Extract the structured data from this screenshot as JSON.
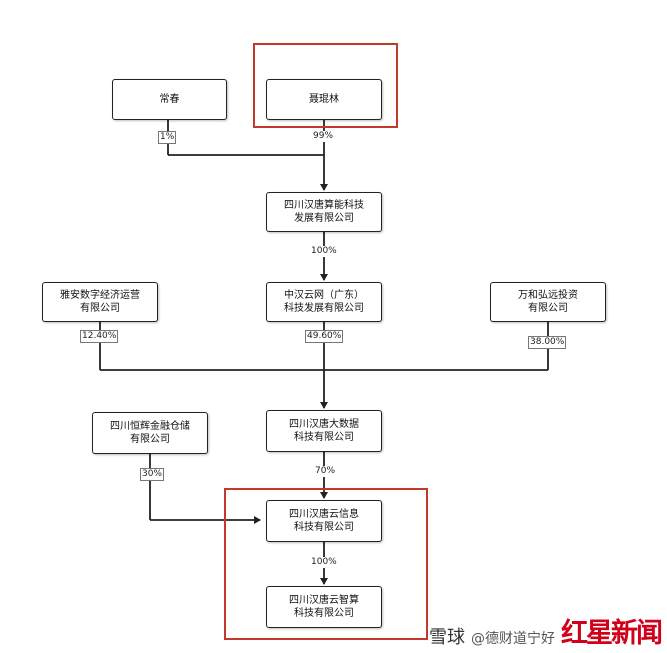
{
  "nodes": {
    "changchun": [
      "常春"
    ],
    "nie": [
      "聂琨林"
    ],
    "hantang_suanneng": [
      "四川汉唐算能科技",
      "发展有限公司"
    ],
    "yaan": [
      "雅安数字经济运营",
      "有限公司"
    ],
    "zhonghanyun": [
      "中汉云网（广东）",
      "科技发展有限公司"
    ],
    "wanhe": [
      "万和弘远投资",
      "有限公司"
    ],
    "hengh": [
      "四川恒辉金融仓储",
      "有限公司"
    ],
    "hantang_dashuju": [
      "四川汉唐大数据",
      "科技有限公司"
    ],
    "hantangyun_xinxi": [
      "四川汉唐云信息",
      "科技有限公司"
    ],
    "hantangyun_zhisuan": [
      "四川汉唐云智算",
      "科技有限公司"
    ]
  },
  "edges": {
    "changchun": "1%",
    "nie": "99%",
    "suanneng_to_zhonghan": "100%",
    "yaan": "12.40%",
    "zhonghan": "49.60%",
    "wanhe": "38.00%",
    "hengh": "30%",
    "dashuju": "70%",
    "xinxi_to_zhisuan": "100%"
  },
  "watermark": {
    "brand": "红星新闻",
    "xueqiu": "雪球",
    "account": "@德财道宁好"
  },
  "colors": {
    "highlight": "#c0392b",
    "brand": "#d0021b",
    "line": "#222222"
  }
}
